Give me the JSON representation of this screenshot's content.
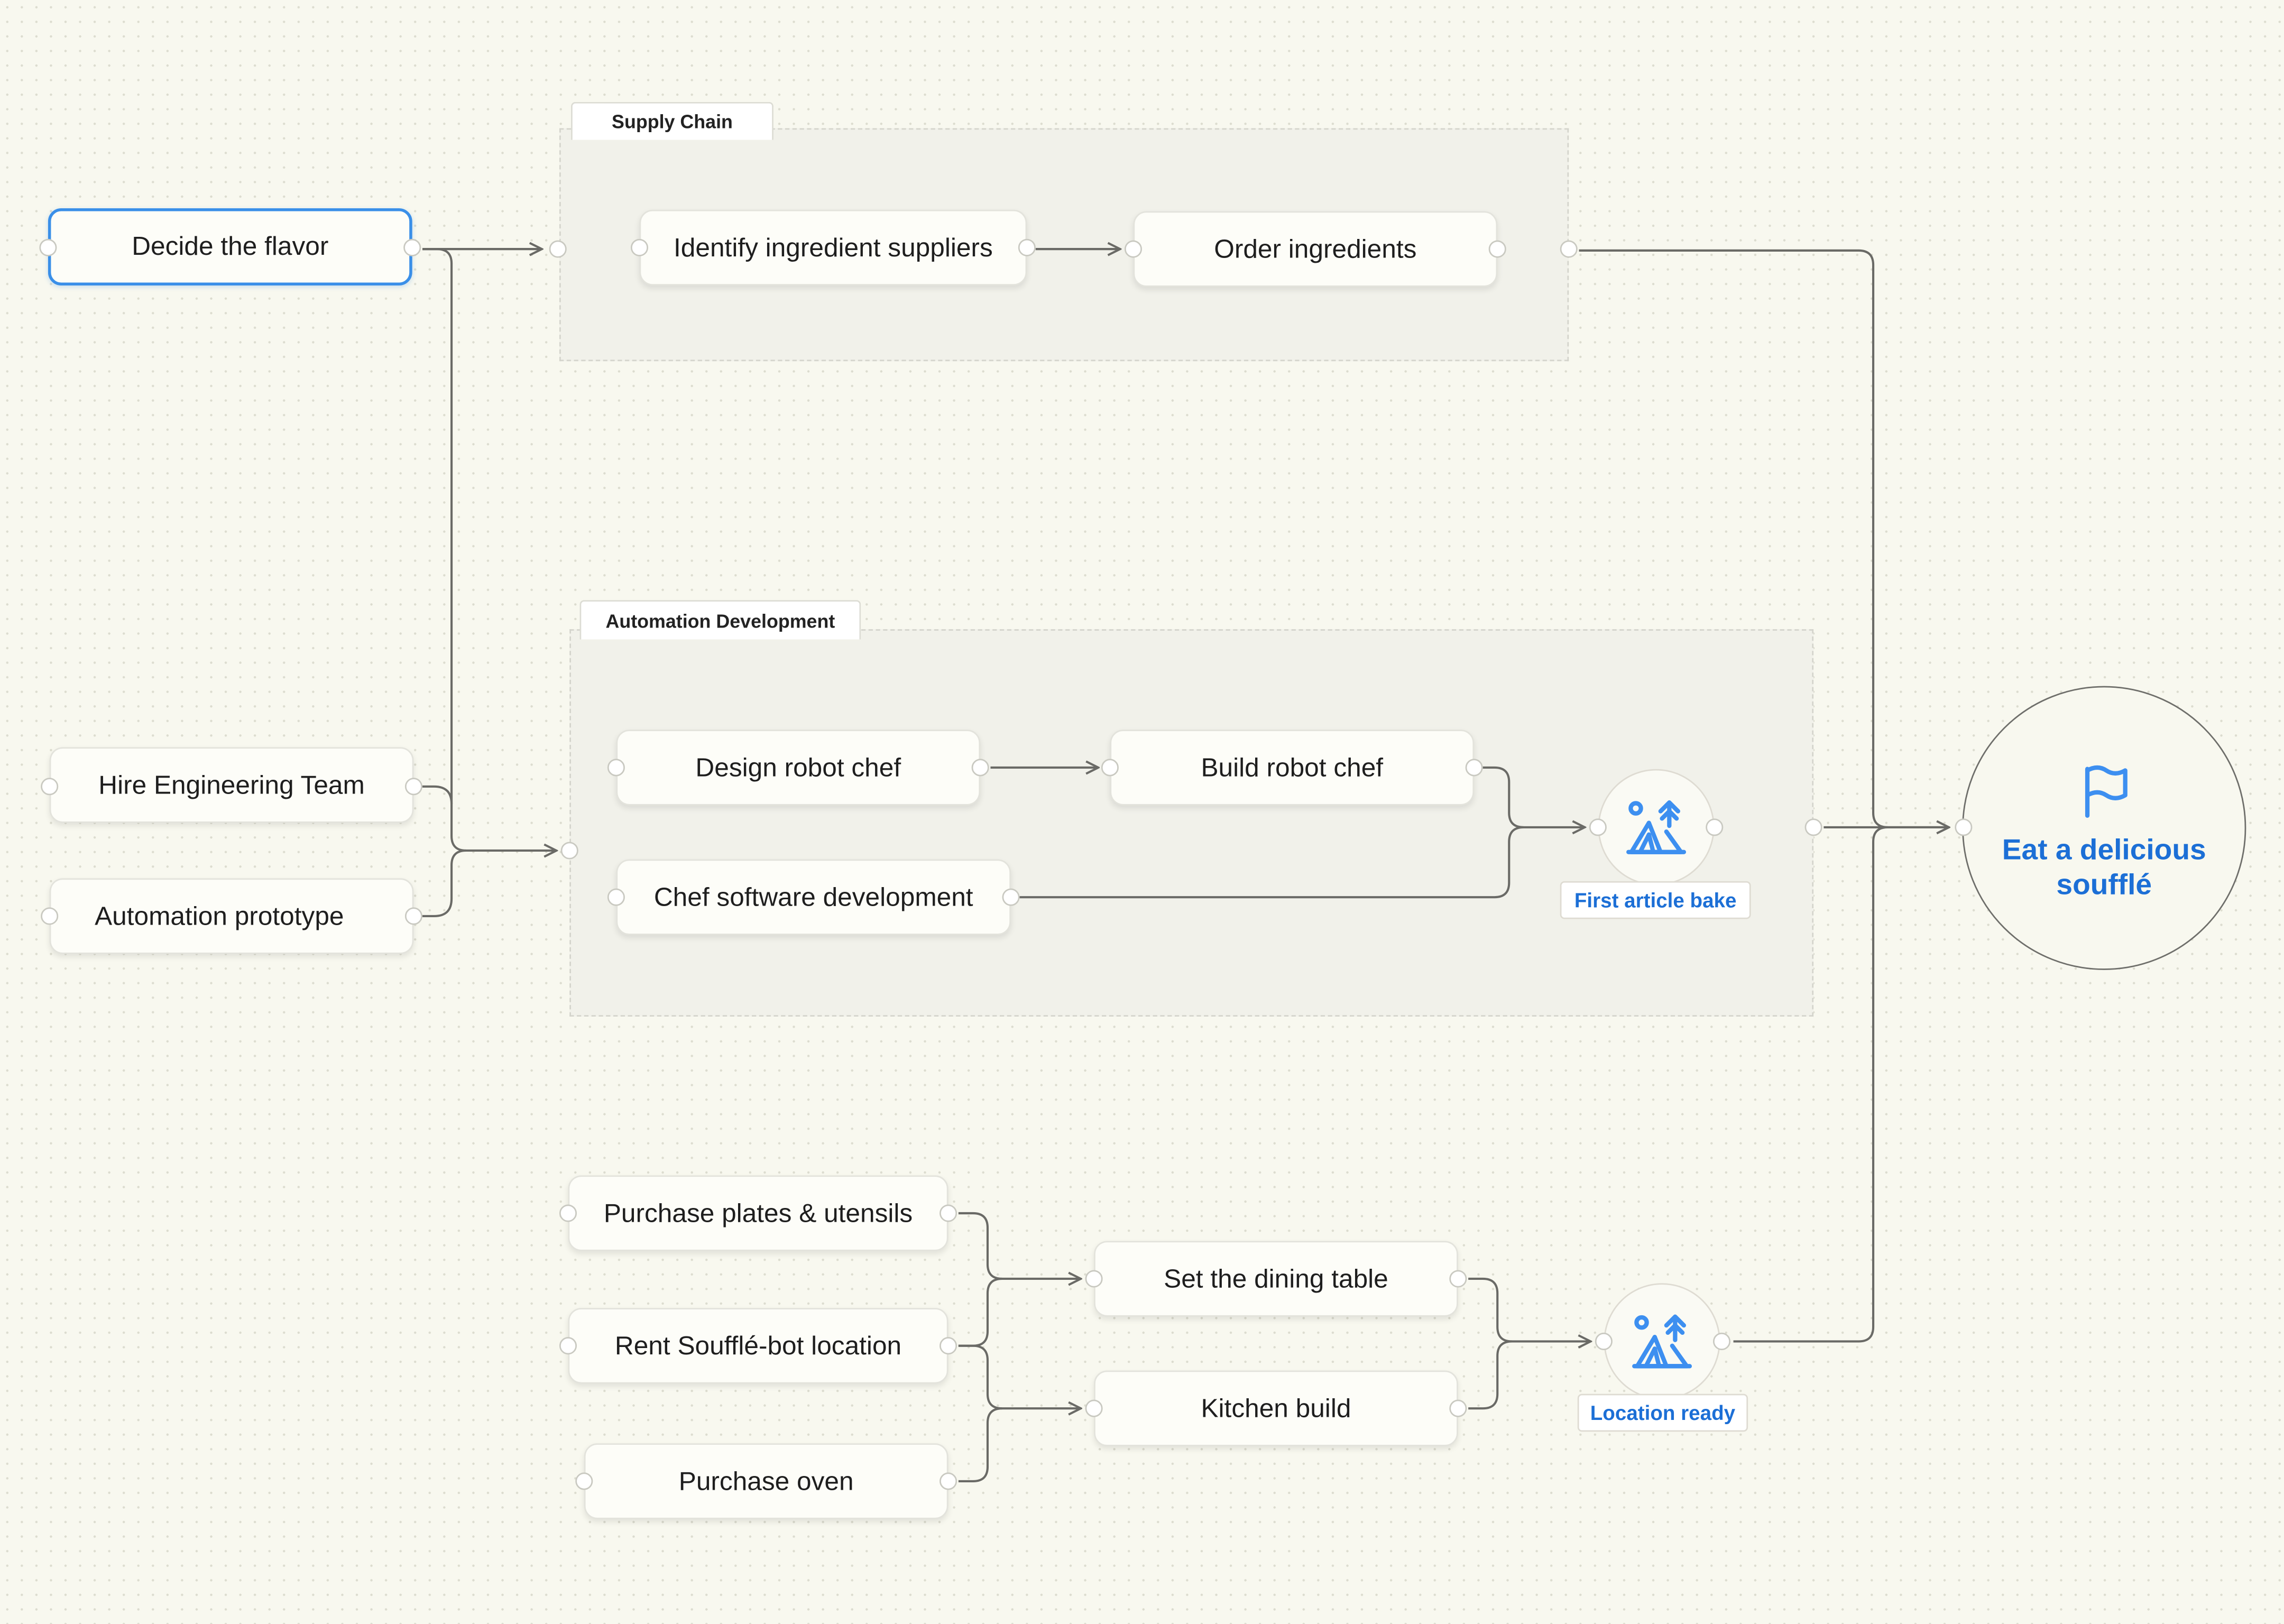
{
  "groups": {
    "supply_chain": "Supply Chain",
    "automation": "Automation Development"
  },
  "nodes": {
    "decide_flavor": "Decide the flavor",
    "hire_team": "Hire Engineering Team",
    "automation_prototype": "Automation prototype",
    "identify_suppliers": "Identify ingredient suppliers",
    "order_ingredients": "Order ingredients",
    "design_robot": "Design robot chef",
    "build_robot": "Build robot chef",
    "chef_software": "Chef software development",
    "purchase_plates": "Purchase plates & utensils",
    "rent_location": "Rent Soufflé-bot location",
    "purchase_oven": "Purchase oven",
    "dining_table": "Set the dining table",
    "kitchen_build": "Kitchen build"
  },
  "milestones": {
    "first_article": {
      "label": "First article bake",
      "icon": "camp-icon"
    },
    "location_ready": {
      "label": "Location ready",
      "icon": "camp-icon"
    }
  },
  "goal": {
    "label": "Eat a delicious soufflé",
    "icon": "flag-icon"
  },
  "colors": {
    "accent": "#1c6fd6",
    "icon_blue": "#3d8ff0",
    "selection": "#3a8fe8",
    "edge": "#6a6a66"
  }
}
